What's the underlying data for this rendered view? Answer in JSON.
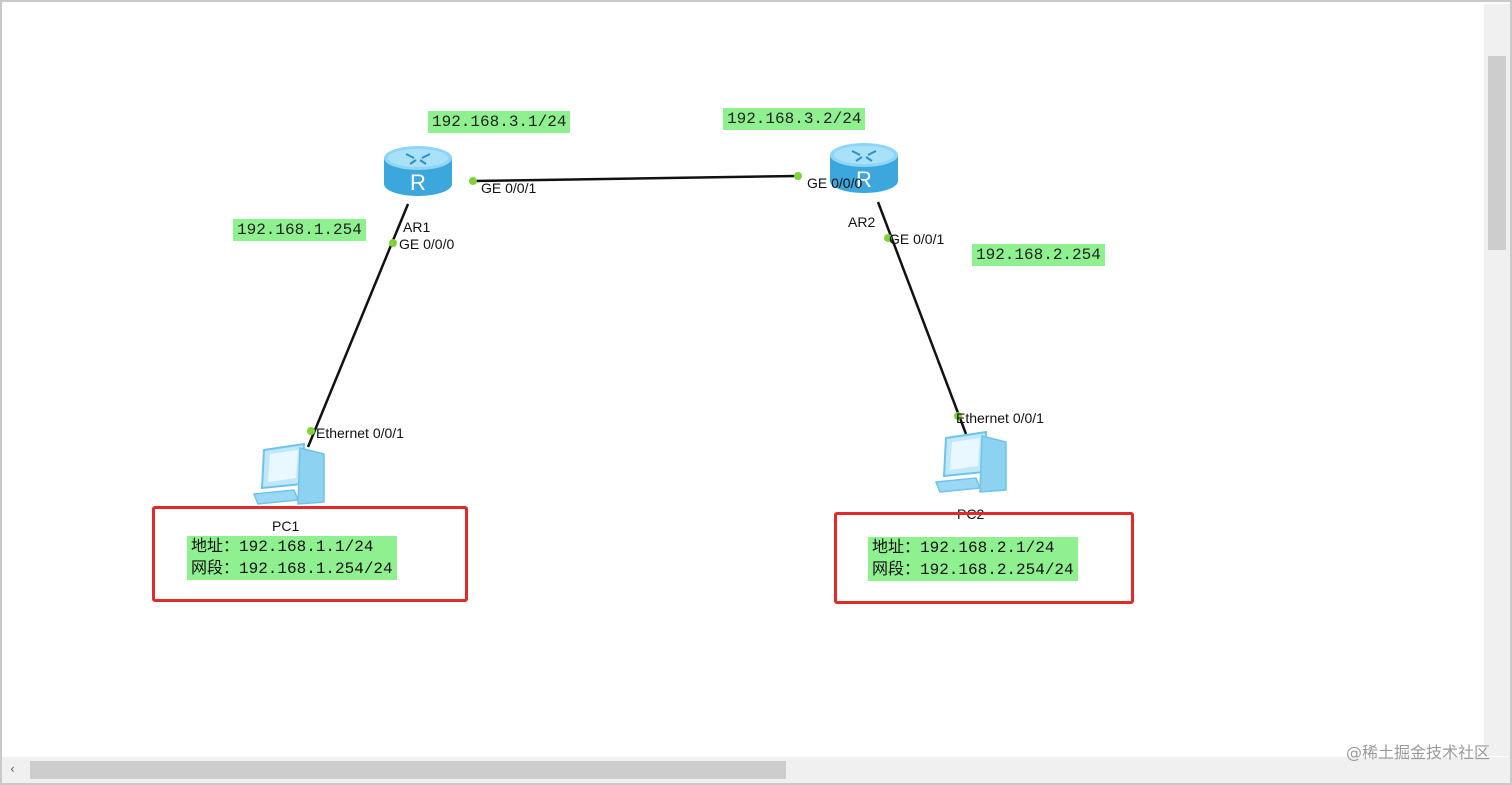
{
  "devices": {
    "ar1": {
      "name": "AR1",
      "port_up": "GE 0/0/1",
      "port_down": "GE 0/0/0"
    },
    "ar2": {
      "name": "AR2",
      "port_left": "GE 0/0/0",
      "port_down": "GE 0/0/1"
    },
    "pc1": {
      "name": "PC1",
      "port": "Ethernet 0/0/1"
    },
    "pc2": {
      "name": "PC2",
      "port": "Ethernet 0/0/1"
    }
  },
  "ip_labels": {
    "ar1_ge001": "192.168.3.1/24",
    "ar2_ge000": "192.168.3.2/24",
    "ar1_ge000": "192.168.1.254",
    "ar2_ge001": "192.168.2.254"
  },
  "notes": {
    "pc1": {
      "addr": "地址：192.168.1.1/24",
      "gateway": "网段：192.168.1.254/24"
    },
    "pc2": {
      "addr": "地址：192.168.2.1/24",
      "gateway": "网段：192.168.2.254/24"
    }
  },
  "watermark": "@稀土掘金技术社区",
  "colors": {
    "label_bg": "#8ff08f",
    "note_border": "#e12a2a",
    "link": "#111111",
    "port_dot": "#7ed23a",
    "router": "#4fb6e6"
  },
  "icons": {
    "router": "router-icon",
    "pc": "computer-icon"
  }
}
